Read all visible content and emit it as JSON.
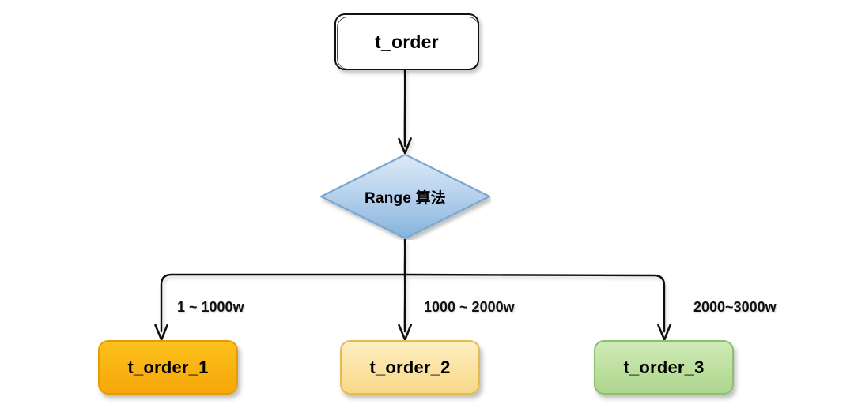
{
  "diagram": {
    "title": "Range sharding flow",
    "background_color": "#ffffff",
    "style": "hand-drawn sketch"
  },
  "nodes": {
    "root": {
      "label": "t_order",
      "shape": "rounded-rectangle",
      "fill_color": "#ffffff",
      "border_color": "#121212"
    },
    "decision": {
      "label": "Range 算法",
      "shape": "diamond",
      "fill_top_color": "#d3e3f5",
      "fill_bottom_color": "#88b4dc",
      "border_color": "#7aa7d0"
    },
    "leaves": [
      {
        "label": "t_order_1",
        "shape": "rounded-rectangle",
        "fill_color": "#f9b213",
        "border_color": "#e59b07"
      },
      {
        "label": "t_order_2",
        "shape": "rounded-rectangle",
        "fill_color": "#fbe2a1",
        "border_color": "#e3bb55"
      },
      {
        "label": "t_order_3",
        "shape": "rounded-rectangle",
        "fill_color": "#bcdf9e",
        "border_color": "#8cc06b"
      }
    ]
  },
  "edges": [
    {
      "from": "root",
      "to": "decision",
      "label": ""
    },
    {
      "from": "decision",
      "to": "t_order_1",
      "label": "1 ~ 1000w"
    },
    {
      "from": "decision",
      "to": "t_order_2",
      "label": "1000 ~ 2000w"
    },
    {
      "from": "decision",
      "to": "t_order_3",
      "label": "2000~3000w"
    }
  ],
  "edge_style": {
    "stroke_color": "#111111",
    "arrowhead": "open-v"
  }
}
